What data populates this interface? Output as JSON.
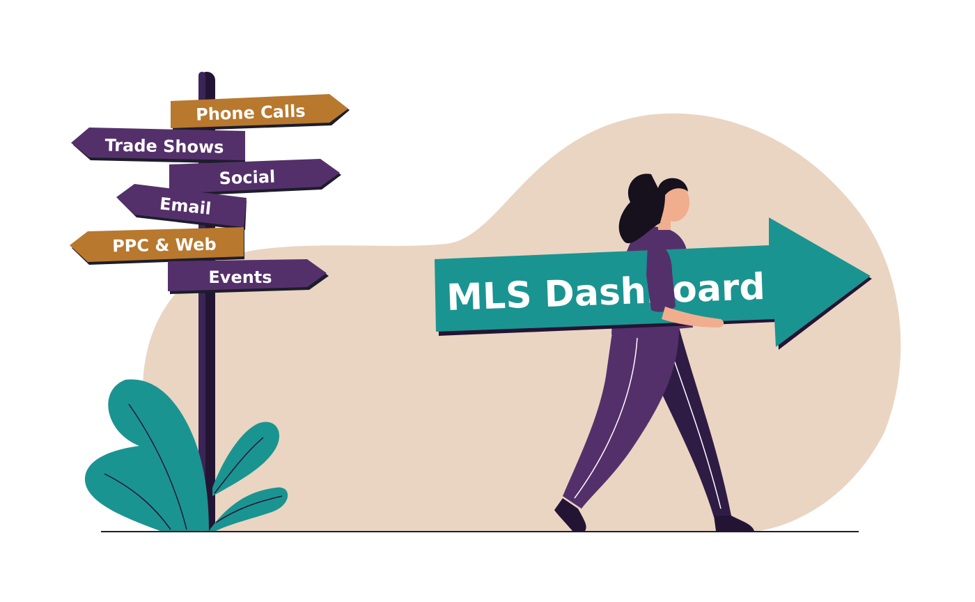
{
  "signs": [
    {
      "label": "Phone Calls"
    },
    {
      "label": "Trade Shows"
    },
    {
      "label": "Social"
    },
    {
      "label": "Email"
    },
    {
      "label": "PPC & Web"
    },
    {
      "label": "Events"
    }
  ],
  "arrow": {
    "label": "MLS Dashboard"
  },
  "colors": {
    "background": "#ffffff",
    "blob": "#ead5c2",
    "teal": "#1a9491",
    "purple": "#54306b",
    "orange": "#b8782e",
    "dark": "#241434",
    "skin": "#f0ae8f"
  },
  "icons": [
    "signpost",
    "plant",
    "woman-carrying-arrow"
  ]
}
